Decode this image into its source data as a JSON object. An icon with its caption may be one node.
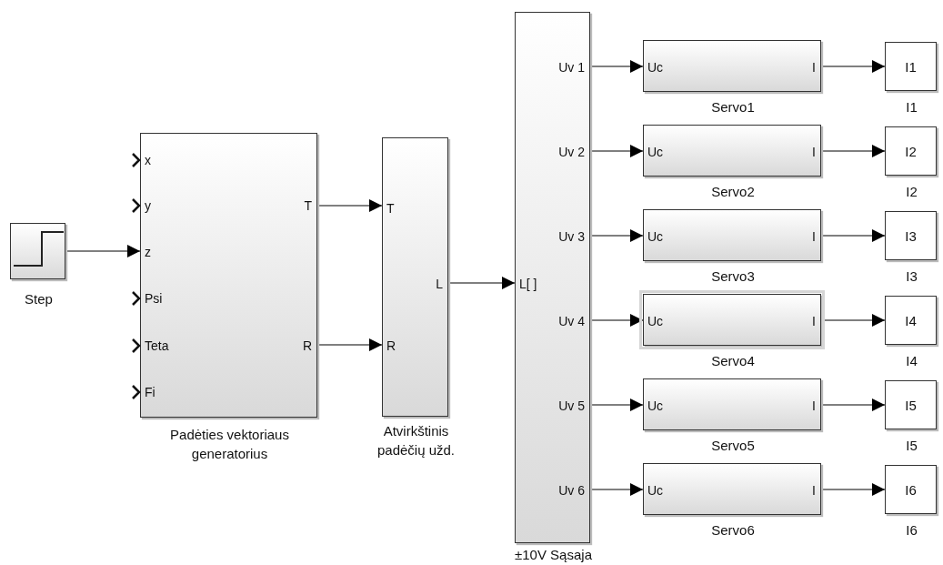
{
  "diagram": {
    "nodes": [
      {
        "text": [
          "Step"
        ]
      },
      {
        "text": [
          "x",
          "y",
          "z",
          "Psi",
          "Teta",
          "Fi",
          "T",
          "R",
          "Padėties vektoriaus generatorius"
        ]
      },
      {
        "text": [
          "T",
          "R",
          "L",
          "Atvirkštinis padėčių užd."
        ]
      },
      {
        "text": [
          "L[ ]",
          "Uv 1",
          "Uv 2",
          "Uv 3",
          "Uv 4",
          "Uv 5",
          "Uv 6",
          "±10V Sąsaja"
        ]
      },
      {
        "text": [
          "Uc",
          "I",
          "Servo1"
        ]
      },
      {
        "text": [
          "Uc",
          "I",
          "Servo2"
        ]
      },
      {
        "text": [
          "Uc",
          "I",
          "Servo3"
        ]
      },
      {
        "text": [
          "Uc",
          "I",
          "Servo4"
        ]
      },
      {
        "text": [
          "Uc",
          "I",
          "Servo5"
        ]
      },
      {
        "text": [
          "Uc",
          "I",
          "Servo6"
        ]
      },
      {
        "text": [
          "I1",
          "I1"
        ]
      },
      {
        "text": [
          "I2",
          "I2"
        ]
      },
      {
        "text": [
          "I3",
          "I3"
        ]
      },
      {
        "text": [
          "I4",
          "I4"
        ]
      },
      {
        "text": [
          "I5",
          "I5"
        ]
      },
      {
        "text": [
          "I6",
          "I6"
        ]
      }
    ],
    "edges": [
      {
        "from": 0,
        "to": 1,
        "arrow": "to"
      },
      {
        "from": 1,
        "to": 2,
        "arrow": "to"
      },
      {
        "from": 1,
        "to": 2,
        "arrow": "to"
      },
      {
        "from": 2,
        "to": 3,
        "arrow": "to"
      },
      {
        "from": 3,
        "to": 4,
        "arrow": "to"
      },
      {
        "from": 3,
        "to": 5,
        "arrow": "to"
      },
      {
        "from": 3,
        "to": 6,
        "arrow": "to"
      },
      {
        "from": 3,
        "to": 7,
        "arrow": "to"
      },
      {
        "from": 3,
        "to": 8,
        "arrow": "to"
      },
      {
        "from": 3,
        "to": 9,
        "arrow": "to"
      },
      {
        "from": 4,
        "to": 10,
        "arrow": "to"
      },
      {
        "from": 5,
        "to": 11,
        "arrow": "to"
      },
      {
        "from": 6,
        "to": 12,
        "arrow": "to"
      },
      {
        "from": 7,
        "to": 13,
        "arrow": "to"
      },
      {
        "from": 8,
        "to": 14,
        "arrow": "to"
      },
      {
        "from": 9,
        "to": 15,
        "arrow": "to"
      }
    ]
  }
}
